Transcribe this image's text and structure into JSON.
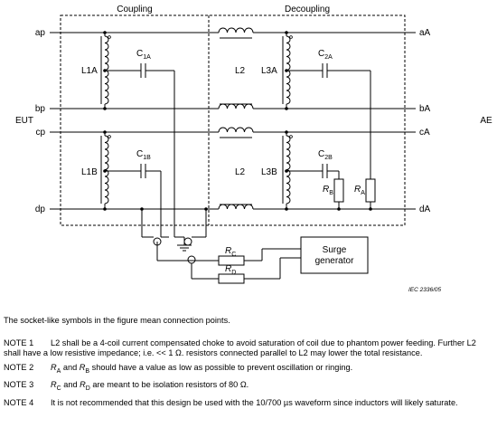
{
  "diagram": {
    "sections": {
      "coupling": "Coupling",
      "decoupling": "Decoupling"
    },
    "ports_left": [
      "ap",
      "bp",
      "cp",
      "dp"
    ],
    "ports_right": [
      "aA",
      "bA",
      "cA",
      "dA"
    ],
    "side_left": "EUT",
    "side_right": "AE",
    "coils": {
      "l1a": "L1A",
      "l1b": "L1B",
      "l2_top": "L2",
      "l2_bottom": "L2",
      "l3a": "L3A",
      "l3b": "L3B"
    },
    "caps": {
      "c1a": {
        "base": "C",
        "sub": "1A"
      },
      "c1b": {
        "base": "C",
        "sub": "1B"
      },
      "c2a": {
        "base": "C",
        "sub": "2A"
      },
      "c2b": {
        "base": "C",
        "sub": "2B"
      }
    },
    "resistors": {
      "rb": {
        "base": "R",
        "sub": "B"
      },
      "ra": {
        "base": "R",
        "sub": "A"
      },
      "rc": {
        "base": "R",
        "sub": "C"
      },
      "rd": {
        "base": "R",
        "sub": "D"
      }
    },
    "surge_generator": {
      "line1": "Surge",
      "line2": "generator"
    },
    "figure_id": "IEC  2336/05"
  },
  "notes": {
    "intro": "The socket-like symbols in the figure mean connection points.",
    "note1": {
      "label": "NOTE 1",
      "text": "L2 shall be a 4-coil current compensated choke to avoid saturation of coil due to phantom power feeding. Further L2 shall have a low resistive impedance; i.e. << 1 Ω. resistors connected parallel to L2 may lower the total resistance."
    },
    "note2": {
      "label": "NOTE 2",
      "sym1": {
        "base": "R",
        "sub": "A"
      },
      "and": " and ",
      "sym2": {
        "base": "R",
        "sub": "B"
      },
      "text": " should have a value as low as possible to prevent oscillation or ringing."
    },
    "note3": {
      "label": "NOTE 3",
      "sym1": {
        "base": "R",
        "sub": "C"
      },
      "and": " and ",
      "sym2": {
        "base": "R",
        "sub": "D"
      },
      "text": " are meant to be isolation resistors of 80 Ω."
    },
    "note4": {
      "label": "NOTE 4",
      "text": "It is not recommended that this design be used with the 10/700 µs waveform since inductors will likely saturate."
    }
  }
}
